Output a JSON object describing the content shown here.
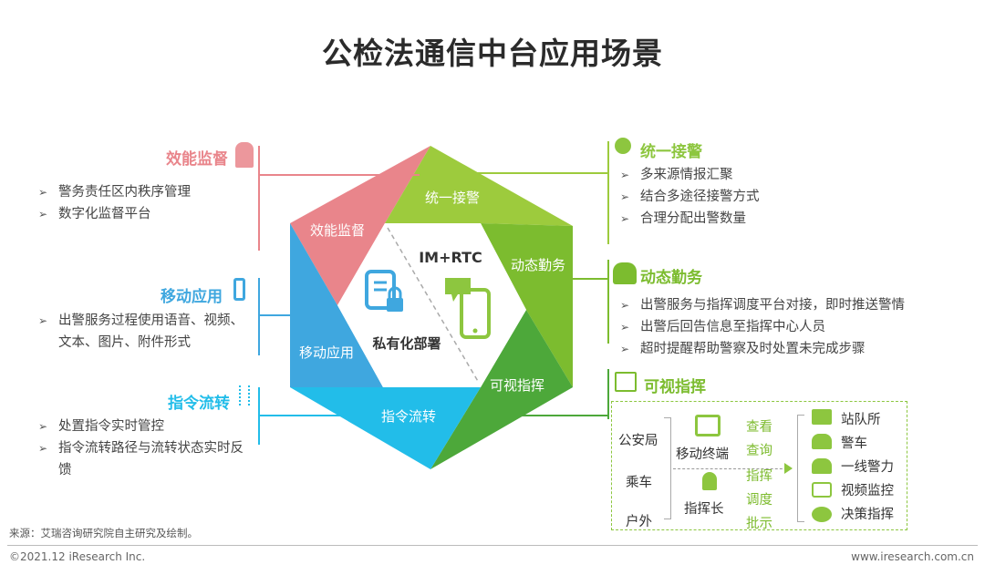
{
  "title": "公检法通信中台应用场景",
  "center": {
    "tech": "IM+RTC",
    "deploy": "私有化部署"
  },
  "segments": {
    "s1": "效能监督",
    "s2": "统一接警",
    "s3": "动态勤务",
    "s4": "可视指挥",
    "s5": "指令流转",
    "s6": "移动应用"
  },
  "left": [
    {
      "title": "效能监督",
      "items": [
        "警务责任区内秩序管理",
        "数字化监督平台"
      ]
    },
    {
      "title": "移动应用",
      "items": [
        "出警服务过程使用语音、视频、文本、图片、附件形式"
      ]
    },
    {
      "title": "指令流转",
      "items": [
        "处置指令实时管控",
        "指令流转路径与流转状态实时反馈"
      ]
    }
  ],
  "right": [
    {
      "title": "统一接警",
      "items": [
        "多来源情报汇聚",
        "结合多途径接警方式",
        "合理分配出警数量"
      ]
    },
    {
      "title": "动态勤务",
      "items": [
        "出警服务与指挥调度平台对接，即时推送警情",
        "出警后回告信息至指挥中心人员",
        "超时提醒帮助警察及时处置未完成步骤"
      ]
    },
    {
      "title": "可视指挥"
    }
  ],
  "visual": {
    "sources": [
      "公安局",
      "乘车",
      "户外"
    ],
    "middle": [
      "移动终端",
      "指挥长"
    ],
    "actions": [
      "查看",
      "查询",
      "指挥",
      "调度",
      "批示"
    ],
    "targets": [
      "站队所",
      "警车",
      "一线警力",
      "视频监控",
      "决策指挥"
    ]
  },
  "source": "来源：艾瑞咨询研究院自主研究及绘制。",
  "footer": {
    "copyright": "©2021.12 iResearch Inc.",
    "url": "www.iresearch.com.cn"
  },
  "colors": {
    "pink": "#e9858b",
    "blue": "#3fa7df",
    "cyan": "#22bde9",
    "lightgreen": "#9dcb3d",
    "green": "#7cbc2f",
    "darkgreen": "#4da83a"
  }
}
